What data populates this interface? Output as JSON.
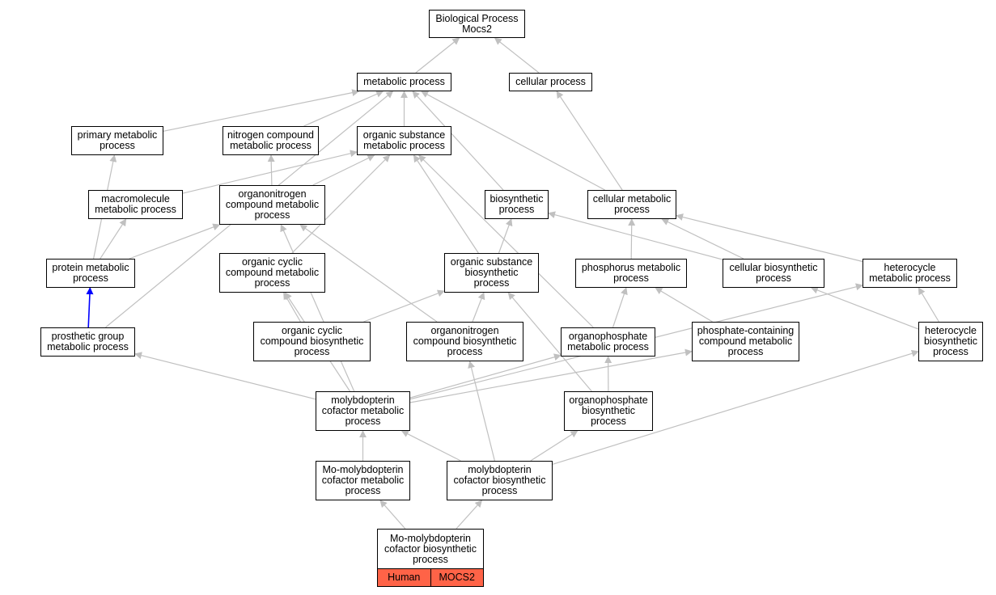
{
  "diagram": {
    "nodes": [
      {
        "id": "bp",
        "lines": [
          "Biological Process",
          "Mocs2"
        ]
      },
      {
        "id": "metabolic",
        "lines": [
          "metabolic process"
        ]
      },
      {
        "id": "cellular",
        "lines": [
          "cellular process"
        ]
      },
      {
        "id": "primary",
        "lines": [
          "primary metabolic",
          "process"
        ]
      },
      {
        "id": "nitrogen",
        "lines": [
          "nitrogen compound",
          "metabolic process"
        ]
      },
      {
        "id": "organicsub",
        "lines": [
          "organic substance",
          "metabolic process"
        ]
      },
      {
        "id": "macromol",
        "lines": [
          "macromolecule",
          "metabolic process"
        ]
      },
      {
        "id": "organonitro",
        "lines": [
          "organonitrogen",
          "compound metabolic",
          "process"
        ]
      },
      {
        "id": "biosynthetic",
        "lines": [
          "biosynthetic",
          "process"
        ]
      },
      {
        "id": "cellmetab",
        "lines": [
          "cellular metabolic",
          "process"
        ]
      },
      {
        "id": "protein",
        "lines": [
          "protein metabolic",
          "process"
        ]
      },
      {
        "id": "orgcyclic",
        "lines": [
          "organic cyclic",
          "compound metabolic",
          "process"
        ]
      },
      {
        "id": "orgsubbio",
        "lines": [
          "organic substance",
          "biosynthetic",
          "process"
        ]
      },
      {
        "id": "phosphorus",
        "lines": [
          "phosphorus metabolic",
          "process"
        ]
      },
      {
        "id": "cellbio",
        "lines": [
          "cellular biosynthetic",
          "process"
        ]
      },
      {
        "id": "heterocycle",
        "lines": [
          "heterocycle",
          "metabolic process"
        ]
      },
      {
        "id": "prosthetic",
        "lines": [
          "prosthetic group",
          "metabolic process"
        ]
      },
      {
        "id": "orgcycbio",
        "lines": [
          "organic cyclic",
          "compound biosynthetic",
          "process"
        ]
      },
      {
        "id": "organonitrobio",
        "lines": [
          "organonitrogen",
          "compound biosynthetic",
          "process"
        ]
      },
      {
        "id": "organophos",
        "lines": [
          "organophosphate",
          "metabolic process"
        ]
      },
      {
        "id": "phoscontain",
        "lines": [
          "phosphate-containing",
          "compound metabolic",
          "process"
        ]
      },
      {
        "id": "heterobio",
        "lines": [
          "heterocycle",
          "biosynthetic",
          "process"
        ]
      },
      {
        "id": "molymetab",
        "lines": [
          "molybdopterin",
          "cofactor metabolic",
          "process"
        ]
      },
      {
        "id": "organophosbio",
        "lines": [
          "organophosphate",
          "biosynthetic",
          "process"
        ]
      },
      {
        "id": "momolymetab",
        "lines": [
          "Mo-molybdopterin",
          "cofactor metabolic",
          "process"
        ]
      },
      {
        "id": "molybio",
        "lines": [
          "molybdopterin",
          "cofactor biosynthetic",
          "process"
        ]
      },
      {
        "id": "momolybio",
        "lines": [
          "Mo-molybdopterin",
          "cofactor biosynthetic",
          "process"
        ],
        "tags": [
          "Human",
          "MOCS2"
        ]
      }
    ],
    "edges": [
      [
        "metabolic",
        "bp"
      ],
      [
        "cellular",
        "bp"
      ],
      [
        "primary",
        "metabolic"
      ],
      [
        "nitrogen",
        "metabolic"
      ],
      [
        "organicsub",
        "metabolic"
      ],
      [
        "biosynthetic",
        "metabolic"
      ],
      [
        "cellmetab",
        "metabolic"
      ],
      [
        "prosthetic",
        "metabolic"
      ],
      [
        "cellmetab",
        "cellular"
      ],
      [
        "organonitro",
        "nitrogen"
      ],
      [
        "macromol",
        "organicsub"
      ],
      [
        "organonitro",
        "organicsub"
      ],
      [
        "orgcyclic",
        "organicsub"
      ],
      [
        "orgsubbio",
        "organicsub"
      ],
      [
        "organophos",
        "organicsub"
      ],
      [
        "protein",
        "primary"
      ],
      [
        "protein",
        "macromol"
      ],
      [
        "protein",
        "organonitro"
      ],
      [
        "molymetab",
        "organonitro"
      ],
      [
        "organonitrobio",
        "organonitro"
      ],
      [
        "orgsubbio",
        "biosynthetic"
      ],
      [
        "cellbio",
        "biosynthetic"
      ],
      [
        "phosphorus",
        "cellmetab"
      ],
      [
        "cellbio",
        "cellmetab"
      ],
      [
        "heterocycle",
        "cellmetab"
      ],
      [
        "prosthetic",
        "protein"
      ],
      [
        "orgcycbio",
        "orgcyclic"
      ],
      [
        "molymetab",
        "orgcyclic"
      ],
      [
        "orgcycbio",
        "orgsubbio"
      ],
      [
        "organonitrobio",
        "orgsubbio"
      ],
      [
        "organophosbio",
        "orgsubbio"
      ],
      [
        "organophos",
        "phosphorus"
      ],
      [
        "phoscontain",
        "phosphorus"
      ],
      [
        "heterobio",
        "cellbio"
      ],
      [
        "heterobio",
        "heterocycle"
      ],
      [
        "molymetab",
        "heterocycle"
      ],
      [
        "molymetab",
        "prosthetic"
      ],
      [
        "molybio",
        "organonitrobio"
      ],
      [
        "molymetab",
        "organophos"
      ],
      [
        "organophosbio",
        "organophos"
      ],
      [
        "molymetab",
        "phoscontain"
      ],
      [
        "molybio",
        "heterobio"
      ],
      [
        "momolymetab",
        "molymetab"
      ],
      [
        "molybio",
        "molymetab"
      ],
      [
        "molybio",
        "organophosbio"
      ],
      [
        "momolybio",
        "momolymetab"
      ],
      [
        "momolybio",
        "molybio"
      ]
    ],
    "highlight_edge": [
      "prosthetic",
      "protein"
    ],
    "colors": {
      "edge": "#c0c0c0",
      "highlight_edge": "#0000ff",
      "node_border": "#000000",
      "tag_fill": "#ff6347"
    }
  }
}
